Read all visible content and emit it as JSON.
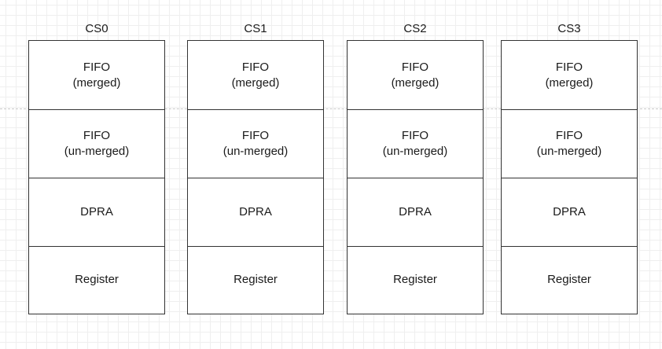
{
  "columns": [
    {
      "title": "CS0",
      "cells": [
        "FIFO\n(merged)",
        "FIFO\n(un-merged)",
        "DPRA",
        "Register"
      ]
    },
    {
      "title": "CS1",
      "cells": [
        "FIFO\n(merged)",
        "FIFO\n(un-merged)",
        "DPRA",
        "Register"
      ]
    },
    {
      "title": "CS2",
      "cells": [
        "FIFO\n(merged)",
        "FIFO\n(un-merged)",
        "DPRA",
        "Register"
      ]
    },
    {
      "title": "CS3",
      "cells": [
        "FIFO\n(merged)",
        "FIFO\n(un-merged)",
        "DPRA",
        "Register"
      ]
    }
  ],
  "colors": {
    "border": "#333333",
    "grid": "#efefef",
    "guide": "#c8c8c8"
  }
}
